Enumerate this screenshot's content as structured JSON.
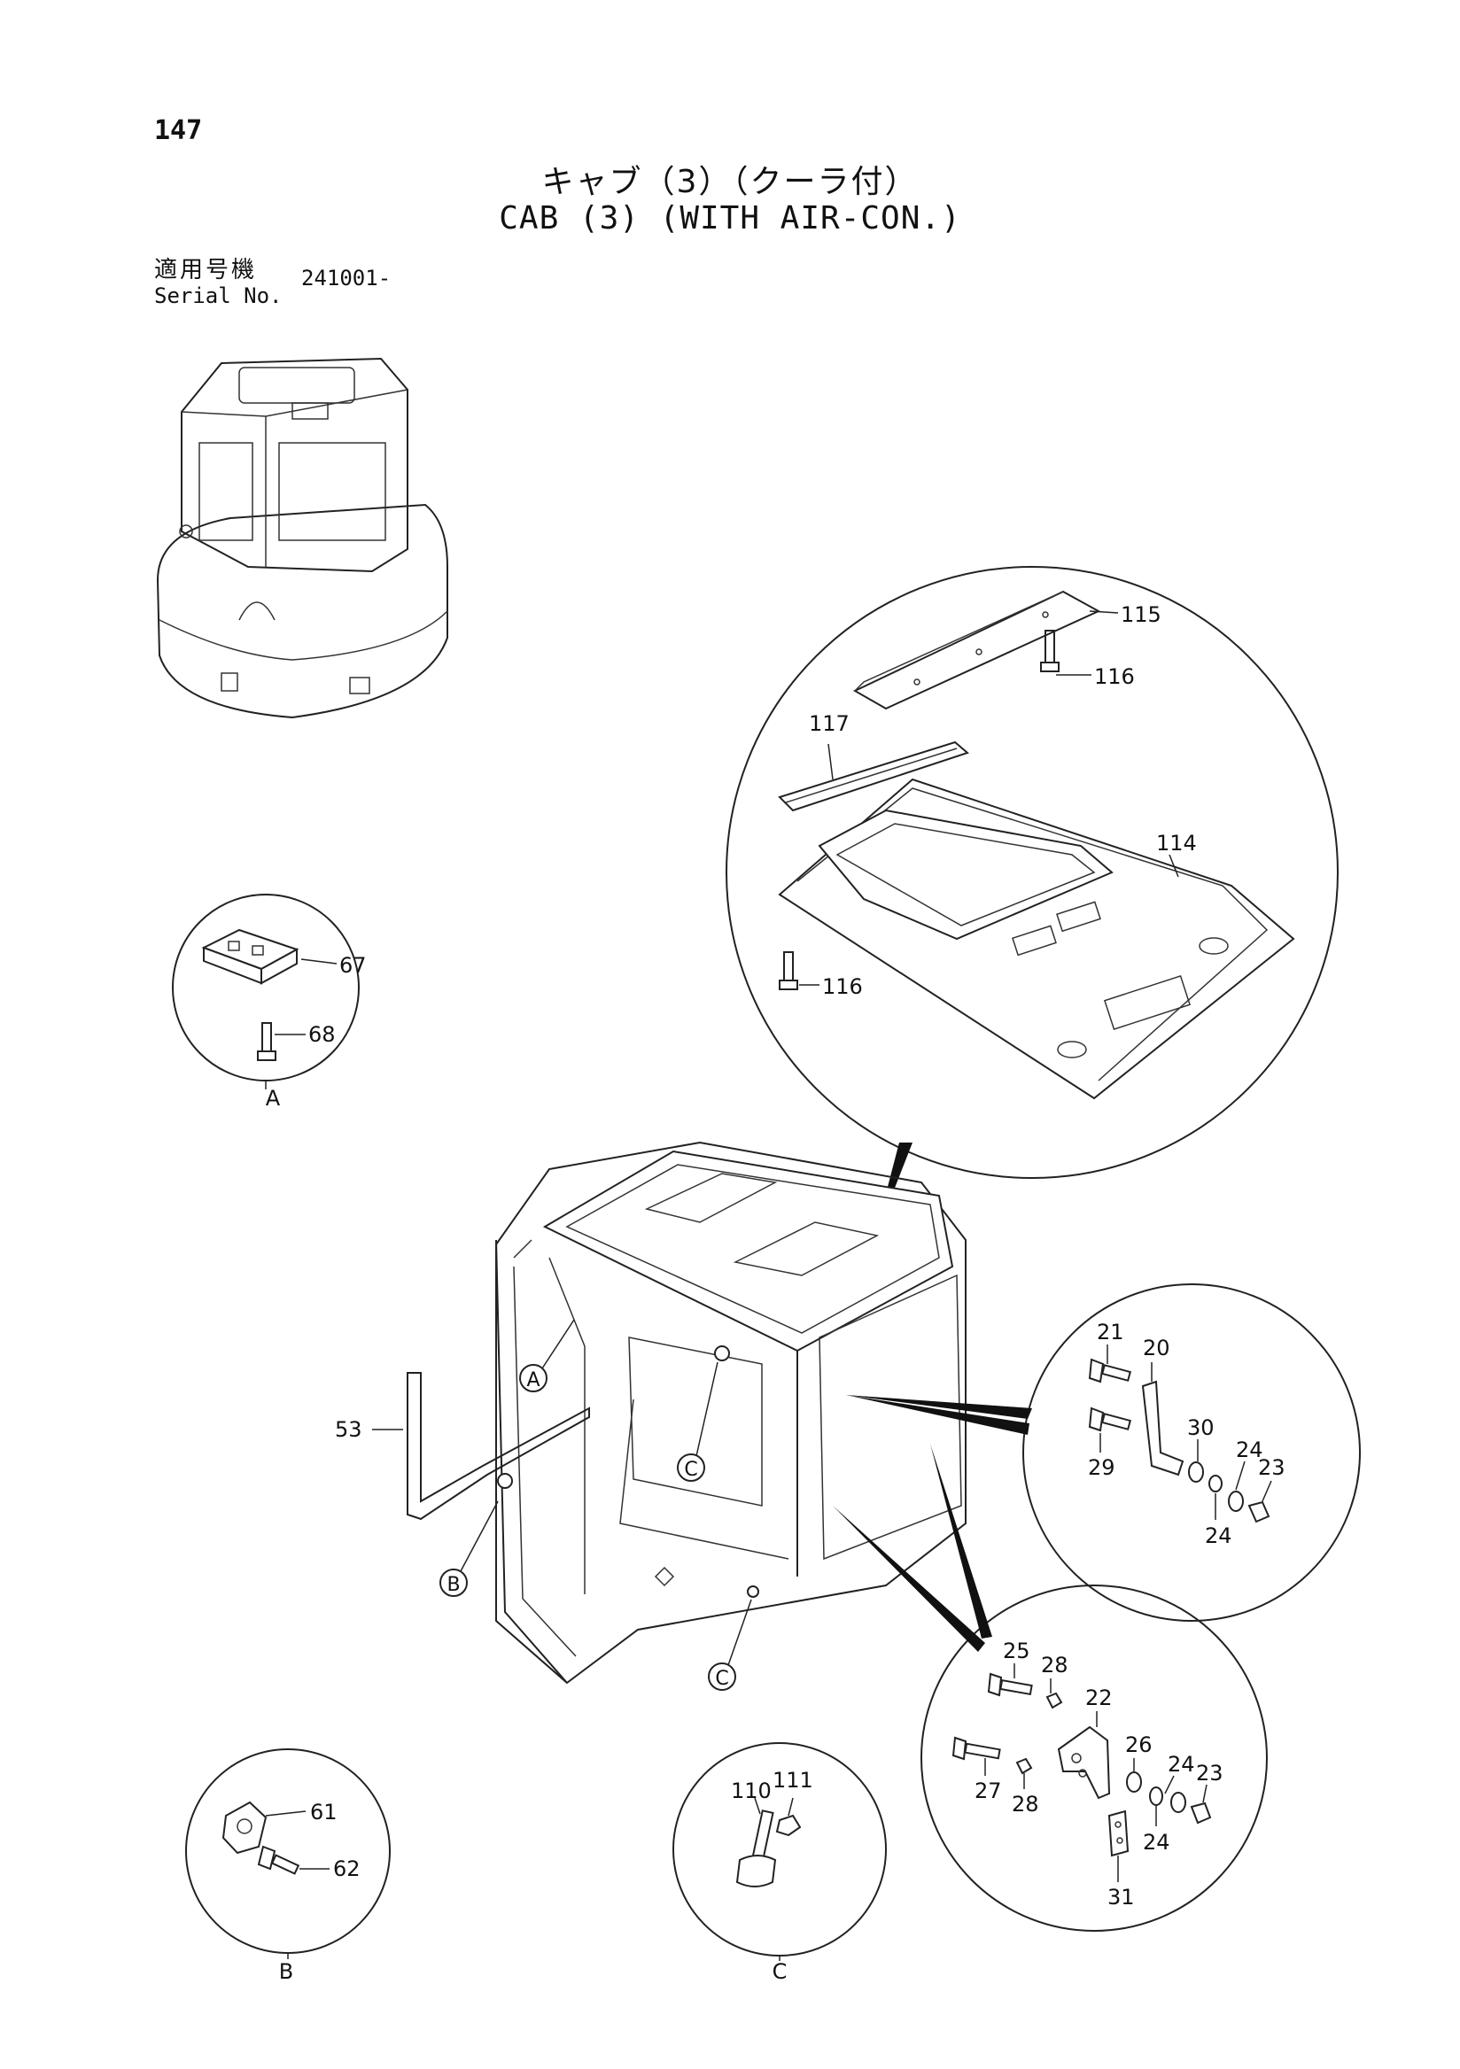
{
  "header": {
    "page_number": "147",
    "title_jp": "キャブ（3）（クーラ付）",
    "title_en": "CAB (3) (WITH AIR-CON.)",
    "serial_label_jp": "適用号機",
    "serial_label_en": "Serial No.",
    "serial_value": "241001-"
  },
  "detail_views": {
    "A": "A",
    "B": "B",
    "C": "C"
  },
  "part_callouts": {
    "p115": "115",
    "p116a": "116",
    "p117": "117",
    "p114": "114",
    "p116b": "116",
    "p67": "67",
    "p68": "68",
    "p53": "53",
    "p21": "21",
    "p20": "20",
    "p30": "30",
    "p24a": "24",
    "p23a": "23",
    "p29": "29",
    "p24b": "24",
    "p25": "25",
    "p28a": "28",
    "p22": "22",
    "p26": "26",
    "p24c": "24",
    "p23b": "23",
    "p27": "27",
    "p28b": "28",
    "p24d": "24",
    "p31": "31",
    "p61": "61",
    "p62": "62",
    "p111": "111",
    "p110": "110"
  }
}
